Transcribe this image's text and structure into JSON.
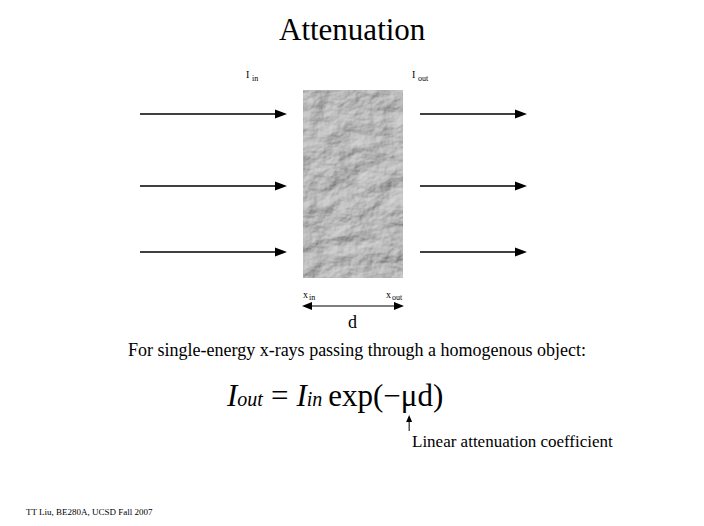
{
  "diagram": {
    "title": "Attenuation",
    "labels": [
      "I",
      "in",
      "I",
      "out",
      "x",
      "in",
      "x",
      "out",
      "d",
      "For single-energy x-rays passing through a homogenous object:",
      "I",
      "out",
      "=",
      "I",
      "in",
      "exp(−μd)",
      "Linear attenuation coefficient",
      "TT Liu, BE280A, UCSD Fall 2007"
    ]
  }
}
